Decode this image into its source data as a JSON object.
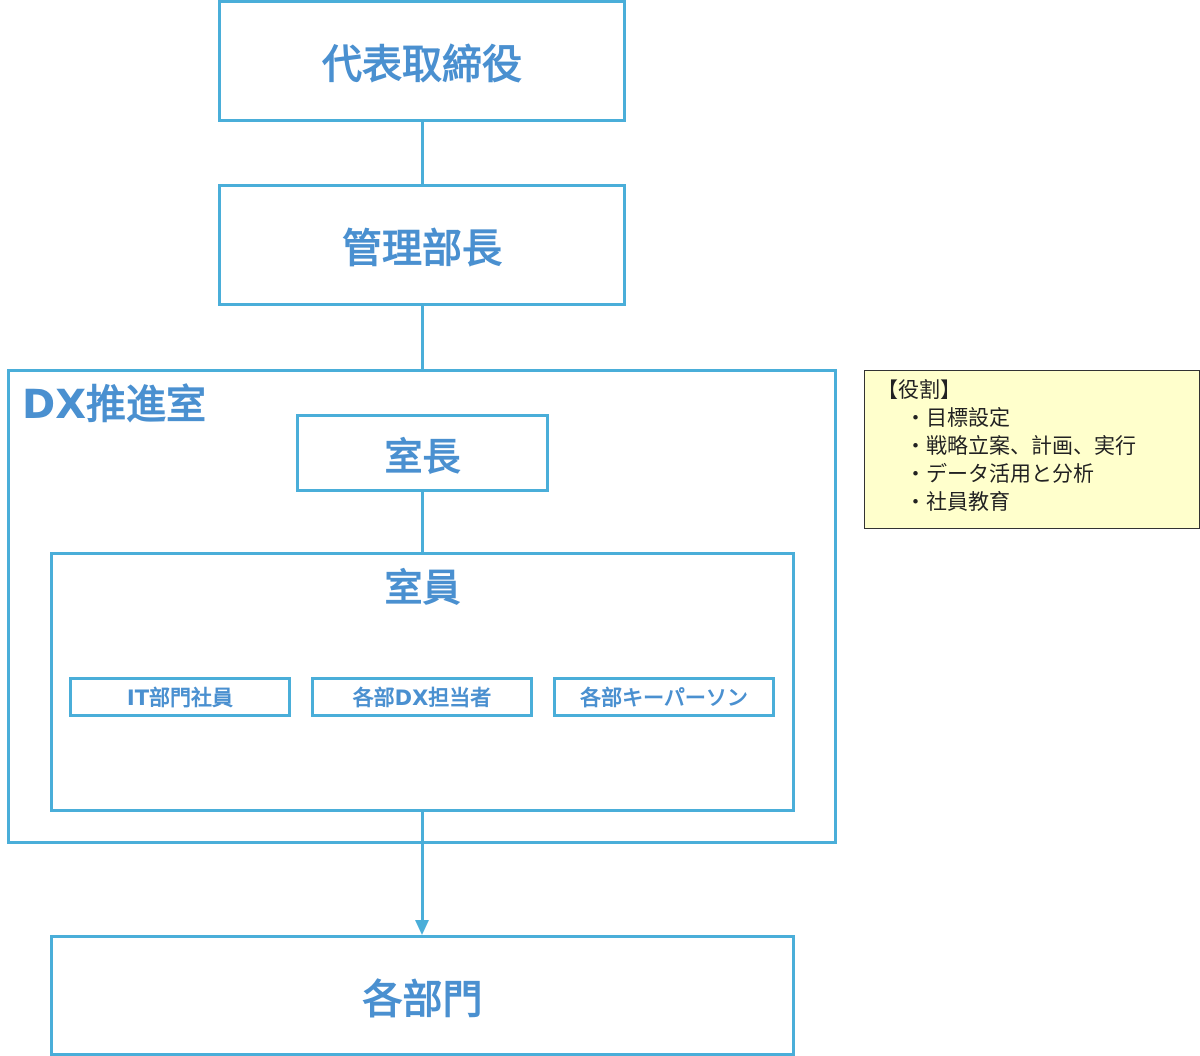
{
  "diagram": {
    "ceo": "代表取締役",
    "admin_manager": "管理部長",
    "dx_office": {
      "title": "DX推進室",
      "chief": "室長",
      "members": {
        "title": "室員",
        "groups": [
          "IT部門社員",
          "各部DX担当者",
          "各部キーパーソン"
        ]
      }
    },
    "departments": "各部門",
    "roles": {
      "heading": "【役割】",
      "items": [
        "・目標設定",
        "・戦略立案、計画、実行",
        "・データ活用と分析",
        "・社員教育"
      ]
    },
    "colors": {
      "line": "#4aaed9",
      "text": "#4a90d0",
      "note_background": "#ffffcc"
    }
  }
}
